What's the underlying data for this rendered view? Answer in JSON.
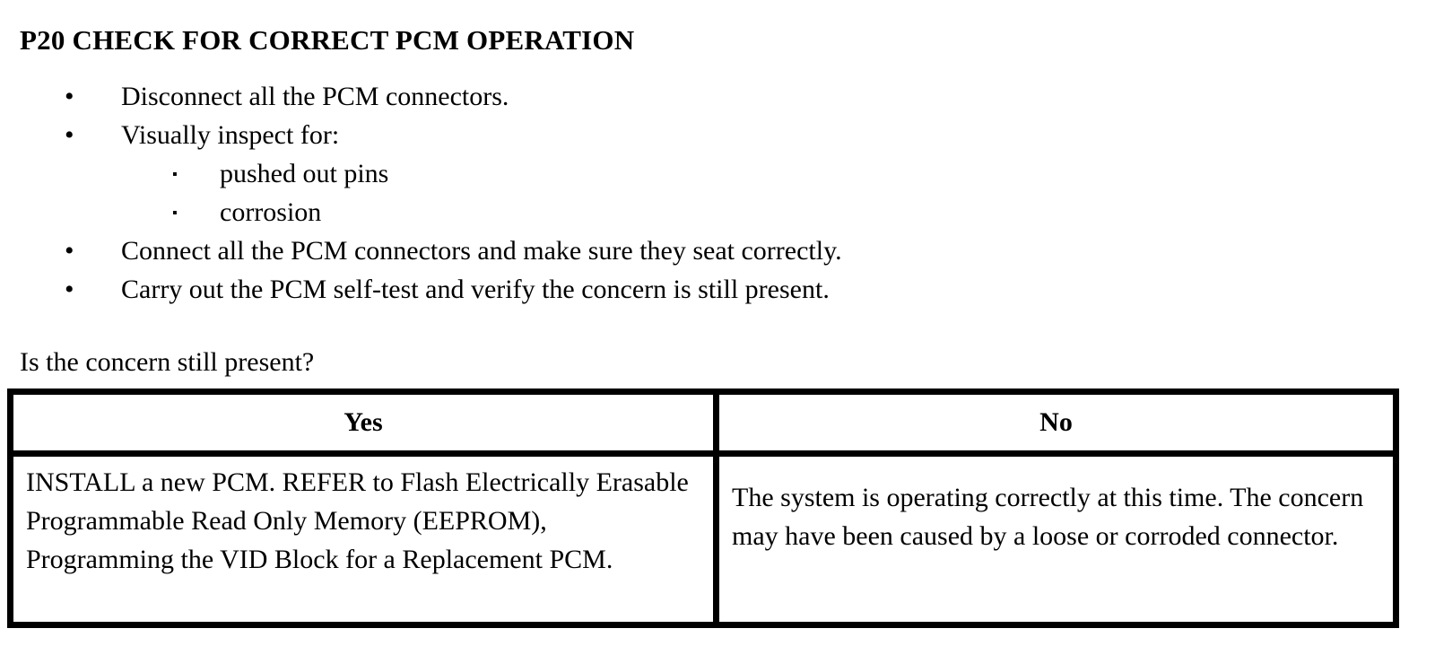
{
  "document": {
    "title": "P20 CHECK FOR CORRECT PCM OPERATION",
    "question": "Is the concern still present?",
    "text_color": "#000000",
    "background_color": "#ffffff"
  },
  "bullets": [
    {
      "level": 1,
      "marker": "•",
      "text": "Disconnect all the PCM connectors."
    },
    {
      "level": 1,
      "marker": "•",
      "text": "Visually inspect for:"
    },
    {
      "level": 2,
      "marker": "▪",
      "text": "pushed out pins"
    },
    {
      "level": 2,
      "marker": "▪",
      "text": "corrosion"
    },
    {
      "level": 1,
      "marker": "•",
      "text": "Connect all the PCM connectors and make sure they seat correctly."
    },
    {
      "level": 1,
      "marker": "•",
      "text": "Carry out the PCM self-test and verify the concern is still present."
    }
  ],
  "table": {
    "headers": {
      "yes": "Yes",
      "no": "No"
    },
    "cells": {
      "yes": "INSTALL a new PCM. REFER to Flash Electrically Erasable Programmable Read Only Memory (EEPROM), Programming the VID Block for a Replacement PCM.",
      "no": "The system is operating correctly at this time. The concern may have been caused by a loose or corroded connector."
    }
  }
}
